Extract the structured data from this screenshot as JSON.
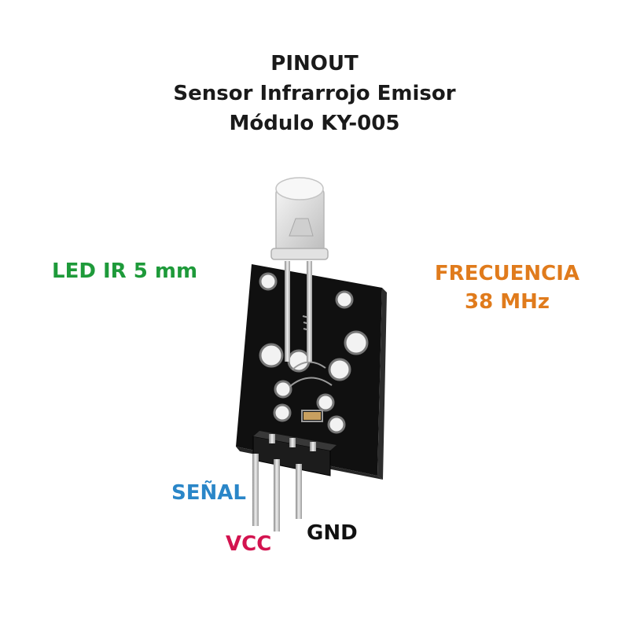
{
  "title": {
    "line1": "PINOUT",
    "line2": "Sensor Infrarrojo Emisor",
    "line3": "Módulo KY-005"
  },
  "labels": {
    "led": "LED IR 5 mm",
    "freq_line1": "FRECUENCIA",
    "freq_line2": "38 MHz",
    "signal": "SEÑAL",
    "vcc": "VCC",
    "gnd": "GND"
  },
  "colors": {
    "title": "#1a1a1a",
    "led": "#1e9a3a",
    "freq": "#e07b1c",
    "signal": "#2a86c8",
    "vcc": "#d3134f",
    "gnd": "#111111",
    "board": "#151515"
  }
}
